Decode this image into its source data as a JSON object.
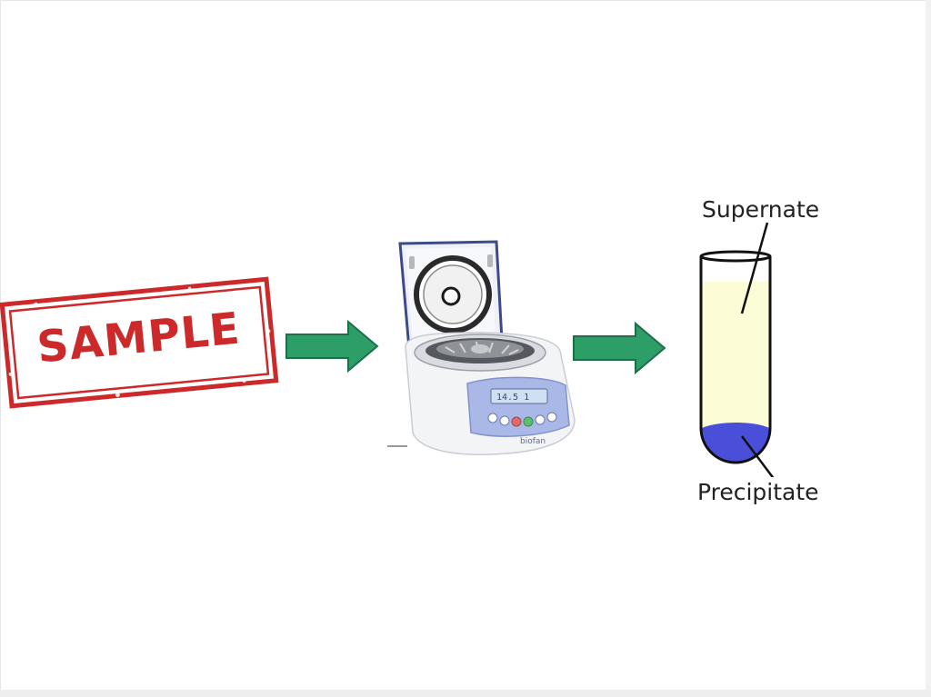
{
  "stamp": {
    "text": "SAMPLE",
    "color": "#cc2a2a"
  },
  "arrows": {
    "color": "#2e9e68",
    "stroke": "#1e6f48"
  },
  "centrifuge": {
    "display_text": "14.5  1",
    "brand": "biofan"
  },
  "tube": {
    "supernate_label": "Supernate",
    "precipitate_label": "Precipitate",
    "supernate_color": "#fcfcd6",
    "precipitate_color": "#4a4fd9"
  }
}
